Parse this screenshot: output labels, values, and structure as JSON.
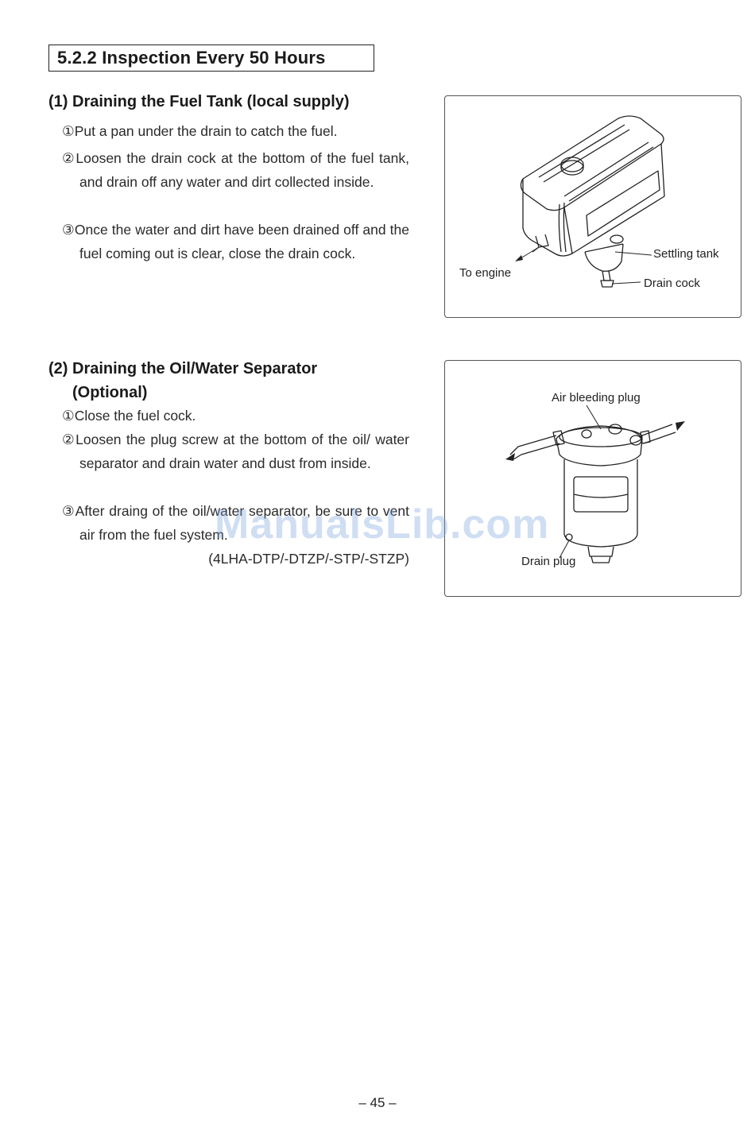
{
  "section": {
    "title": "5.2.2  Inspection Every 50 Hours"
  },
  "part1": {
    "heading": "(1) Draining the Fuel Tank (local supply)",
    "steps": [
      {
        "num": "①",
        "text": "Put a pan under the drain to catch the fuel."
      },
      {
        "num": "②",
        "text": "Loosen the drain cock at the bottom of the fuel tank, and drain off any water and dirt collected inside."
      },
      {
        "num": "③",
        "text": "Once the water and dirt have been drained off and the fuel coming out is clear, close the drain cock."
      }
    ],
    "figure": {
      "labels": {
        "settling_tank": "Settling tank",
        "to_engine": "To engine",
        "drain_cock": "Drain cock"
      }
    }
  },
  "part2": {
    "heading_line1": "(2) Draining the Oil/Water Separator",
    "heading_line2": "(Optional)",
    "steps": [
      {
        "num": "①",
        "text": "Close the fuel cock."
      },
      {
        "num": "②",
        "text": "Loosen the plug screw at the bottom of the oil/ water separator and drain water and dust from inside."
      },
      {
        "num": "③",
        "text": "After draing of the oil/water separator, be sure to vent air from the fuel system."
      }
    ],
    "models": "(4LHA-DTP/-DTZP/-STP/-STZP)",
    "figure": {
      "labels": {
        "air_bleeding_plug": "Air bleeding plug",
        "drain_plug": "Drain plug"
      }
    }
  },
  "watermark": "ManualsLib.com",
  "page_number": "– 45 –"
}
